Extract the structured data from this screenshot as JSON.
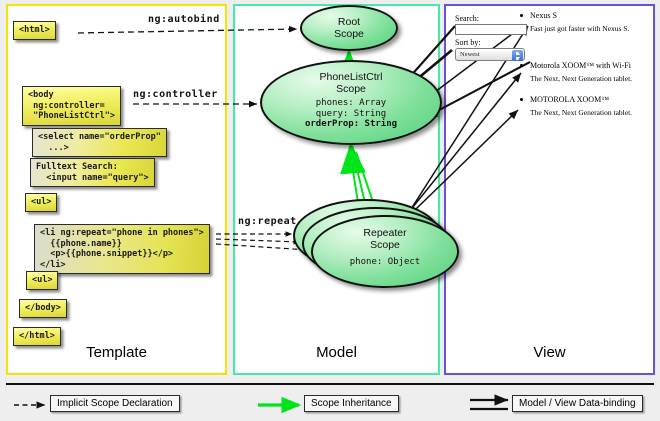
{
  "panels": [
    {
      "id": "template",
      "label": "Template",
      "color": "#f2e500"
    },
    {
      "id": "model",
      "label": "Model",
      "color": "#43eba5"
    },
    {
      "id": "view",
      "label": "View",
      "color": "#6a4fe0"
    }
  ],
  "template": {
    "code_boxes": [
      {
        "name": "html-open-tag",
        "text": "<html>"
      },
      {
        "name": "body-controller-tag",
        "text": "<body\n ng:controller=\n \"PhoneListCtrl\">"
      },
      {
        "name": "select-orderprop-tag",
        "text": "<select name=\"orderProp\"\n  ...>"
      },
      {
        "name": "fulltext-search-input",
        "text": "Fulltext Search:\n  <input name=\"query\">"
      },
      {
        "name": "ul-open-tag",
        "text": "<ul>"
      },
      {
        "name": "li-ngrepeat-tag",
        "text": "<li ng:repeat=\"phone in phones\">\n  {{phone.name}}\n  <p>{{phone.snippet}}</p>\n</li>"
      },
      {
        "name": "ul-close-tag",
        "text": "<ul>"
      },
      {
        "name": "body-close-tag",
        "text": "</body>"
      },
      {
        "name": "html-close-tag",
        "text": "</html>"
      }
    ]
  },
  "connector_labels": {
    "autobind": "ng:autobind",
    "controller": "ng:controller",
    "repeat": "ng:repeat"
  },
  "model": {
    "scopes": [
      {
        "name": "root-scope",
        "title_line1": "Root",
        "title_line2": "Scope",
        "props": []
      },
      {
        "name": "phonelistctrl-scope",
        "title_line1": "PhoneListCtrl",
        "title_line2": "Scope",
        "props": [
          {
            "text": "phones: Array",
            "bold": false
          },
          {
            "text": "query: String",
            "bold": false
          },
          {
            "text": "orderProp: String",
            "bold": true
          }
        ]
      },
      {
        "name": "repeater-scope",
        "title_line1": "Repeater",
        "title_line2": "Scope",
        "props": [
          {
            "text": "phone: Object",
            "bold": false
          }
        ]
      }
    ]
  },
  "view": {
    "search_label": "Search:",
    "search_value": "",
    "search_placeholder": "",
    "sort_label": "Sort by:",
    "sort_selected": "Newest",
    "sort_options": [
      "Newest"
    ],
    "phones": [
      {
        "name": "Nexus S",
        "snippet": "Fast just got faster with Nexus S."
      },
      {
        "name": "Motorola XOOM™  with Wi-Fi",
        "snippet": "The Next, Next Generation tablet."
      },
      {
        "name": "MOTOROLA XOOM™",
        "snippet": "The Next, Next Generation tablet."
      }
    ]
  },
  "legend": {
    "items": [
      {
        "name": "implicit-scope-declaration",
        "label": "Implicit Scope Declaration",
        "style": "dashed-black"
      },
      {
        "name": "scope-inheritance",
        "label": "Scope Inheritance",
        "style": "solid-green"
      },
      {
        "name": "model-view-data-binding",
        "label": "Model / View Data-binding",
        "style": "double-black"
      }
    ]
  },
  "colors": {
    "template_border": "#f2e500",
    "model_border": "#43eba5",
    "view_border": "#6a4fe0",
    "inheritance_arrow": "#00e519",
    "scope_fill": "#7fe09a",
    "code_fill": "#eae74f",
    "background": "#eeeeee"
  }
}
